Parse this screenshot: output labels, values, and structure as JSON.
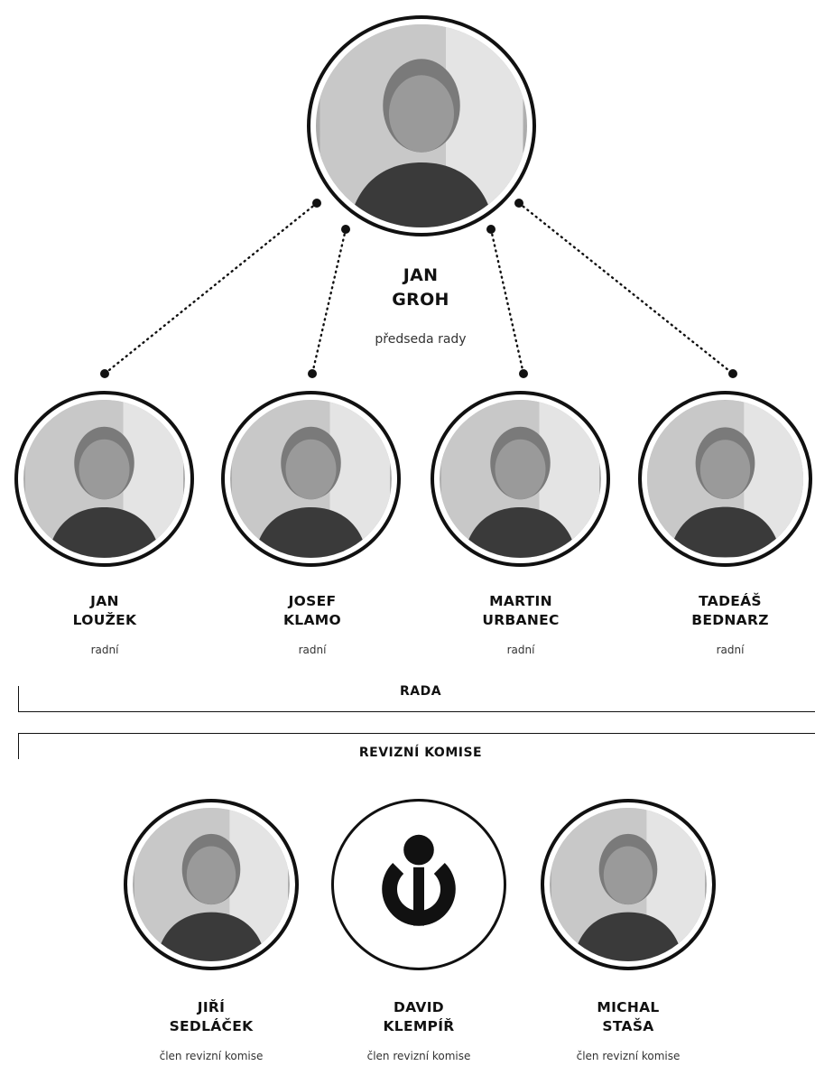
{
  "chair": {
    "name": "JAN\nGROH",
    "role": "předseda rady"
  },
  "council": [
    {
      "name": "JAN\nLOUŽEK",
      "role": "radní"
    },
    {
      "name": "JOSEF\nKLAMO",
      "role": "radní"
    },
    {
      "name": "MARTIN\nURBANEC",
      "role": "radní"
    },
    {
      "name": "TADEÁŠ\nBEDNARZ",
      "role": "radní"
    }
  ],
  "council_section_label": "RADA",
  "audit_section_label": "REVIZNÍ KOMISE",
  "audit": [
    {
      "name": "JIŘÍ\nSEDLÁČEK",
      "role": "člen revizní komise"
    },
    {
      "name": "DAVID\nKLEMPÍŘ",
      "role": "člen revizní komise",
      "icon": "wikimedia-logo-icon"
    },
    {
      "name": "MICHAL\nSTAŠA",
      "role": "člen revizní komise"
    }
  ]
}
